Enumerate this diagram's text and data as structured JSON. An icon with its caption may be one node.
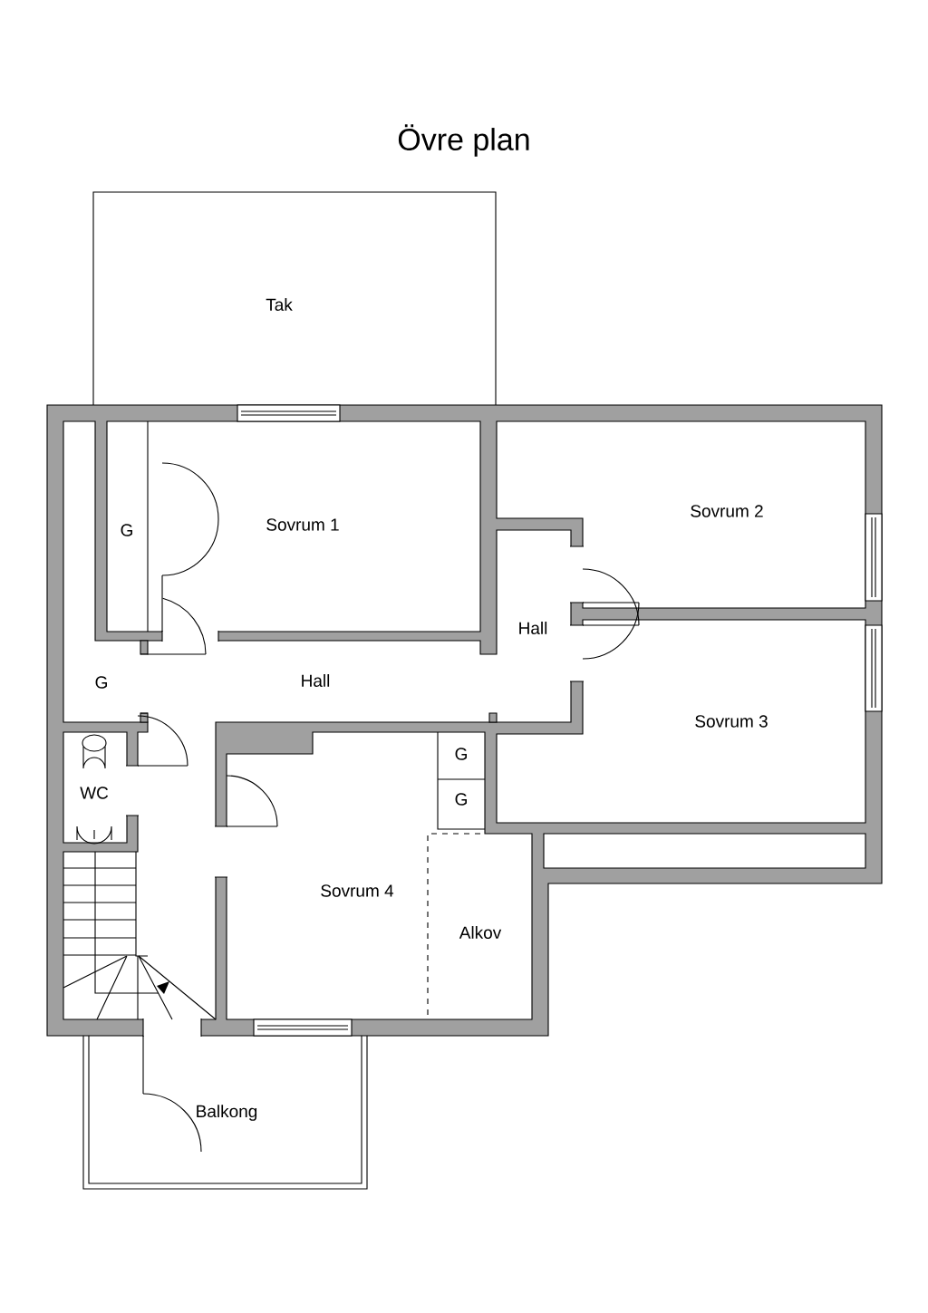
{
  "diagram": {
    "title": "Övre plan",
    "labels": [
      "Tak",
      "G",
      "Sovrum 1",
      "Sovrum 2",
      "Hall",
      "G",
      "Hall",
      "Sovrum 3",
      "G",
      "WC",
      "G",
      "Sovrum 4",
      "Alkov",
      "Balkong"
    ]
  }
}
